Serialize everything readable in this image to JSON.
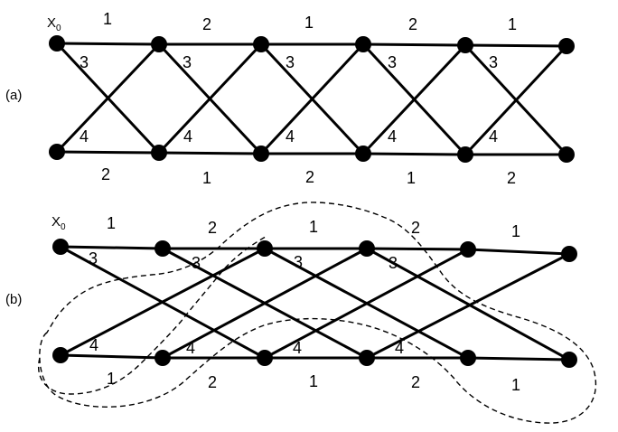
{
  "panels": [
    {
      "id": "a",
      "label": "(a)",
      "start_label": "X",
      "start_subscript": "0",
      "top_labels": [
        "1",
        "2",
        "1",
        "2",
        "1"
      ],
      "bottom_labels": [
        "2",
        "1",
        "2",
        "1",
        "2"
      ],
      "diag_down_labels": [
        "3",
        "3",
        "3",
        "3",
        "3"
      ],
      "diag_up_labels": [
        "4",
        "4",
        "4",
        "4",
        "4"
      ]
    },
    {
      "id": "b",
      "label": "(b)",
      "start_label": "X",
      "start_subscript": "0",
      "top_labels": [
        "1",
        "2",
        "1",
        "2",
        "1"
      ],
      "bottom_labels": [
        "1",
        "2",
        "1",
        "2",
        "1"
      ],
      "diag_down_labels": [
        "3",
        "3",
        "3",
        "3"
      ],
      "diag_up_labels": [
        "4",
        "4",
        "4",
        "4"
      ]
    }
  ],
  "colors": {
    "ink": "#000000",
    "background": "#ffffff"
  }
}
